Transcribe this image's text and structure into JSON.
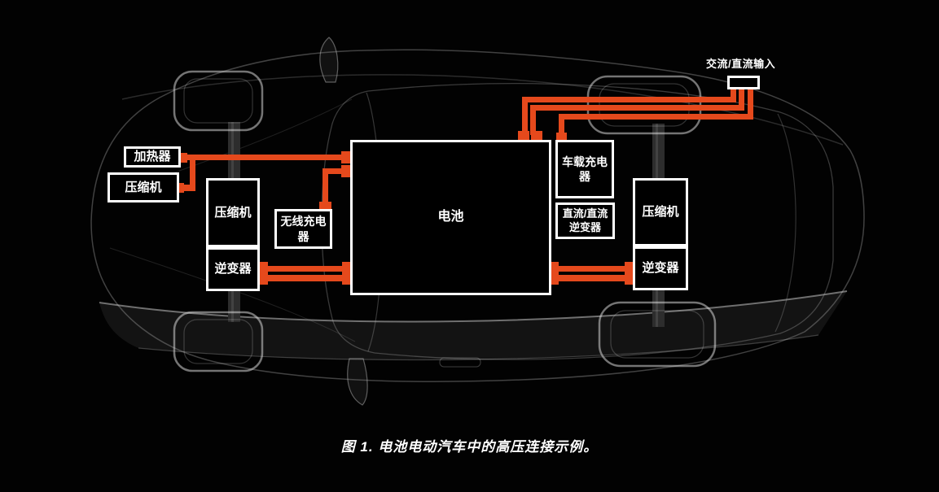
{
  "figure": {
    "caption": "图 1. 电池电动汽车中的高压连接示例。"
  },
  "diagram": {
    "acdc_input_label": "交流/直流输入",
    "boxes": {
      "heater": "加热器",
      "compressor_front": "压缩机",
      "compressor_mid": "压缩机",
      "inverter_mid": "逆变器",
      "wireless_charger": "无线充电器",
      "battery": "电池",
      "onboard_charger": "车载充电器",
      "dcdc_inverter": "直流/直流逆变器",
      "compressor_rear": "压缩机",
      "inverter_rear": "逆变器"
    }
  },
  "colors": {
    "background": "#000000",
    "wire_orange": "#e5491c",
    "box_border": "#ffffff",
    "box_text": "#ffffff",
    "car_outline": "#9a9a9a"
  }
}
